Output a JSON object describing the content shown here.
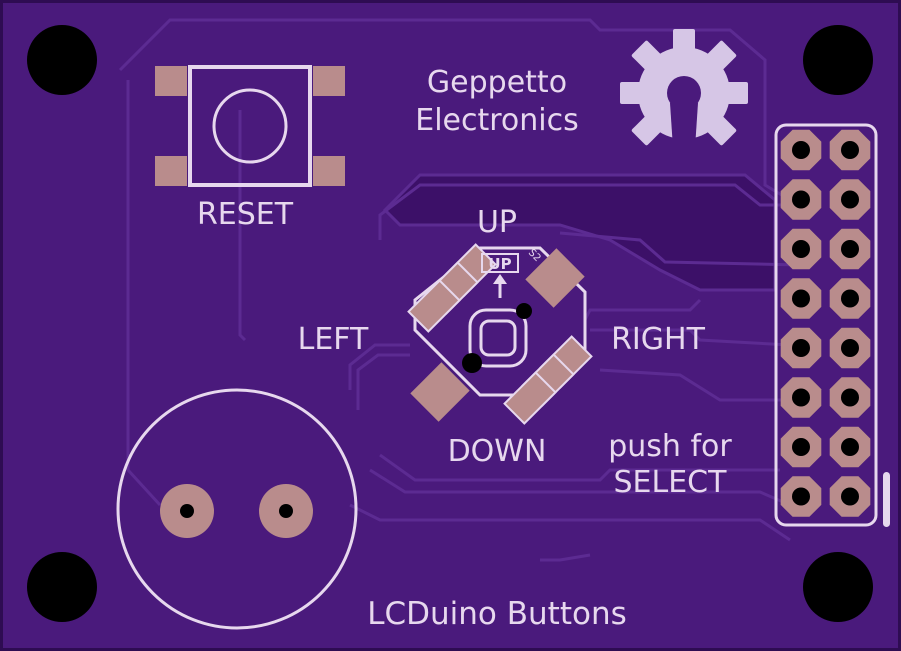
{
  "board": {
    "company_line1": "Geppetto",
    "company_line2": "Electronics",
    "title": "LCDuino Buttons"
  },
  "labels": {
    "reset": "RESET",
    "up": "UP",
    "down": "DOWN",
    "left": "LEFT",
    "right": "RIGHT",
    "select_line1": "push for",
    "select_line2": "SELECT",
    "joystick_marker": "UP",
    "part_ref": "S2"
  },
  "colors": {
    "board": "#4e1b80",
    "board_dark": "#3d106a",
    "copper": "#5a2690",
    "pad": "#b98c8c",
    "silkscreen": "#e7d8ee",
    "hole": "#000000"
  },
  "icons": {
    "logo": "open-hardware-gear-icon"
  }
}
